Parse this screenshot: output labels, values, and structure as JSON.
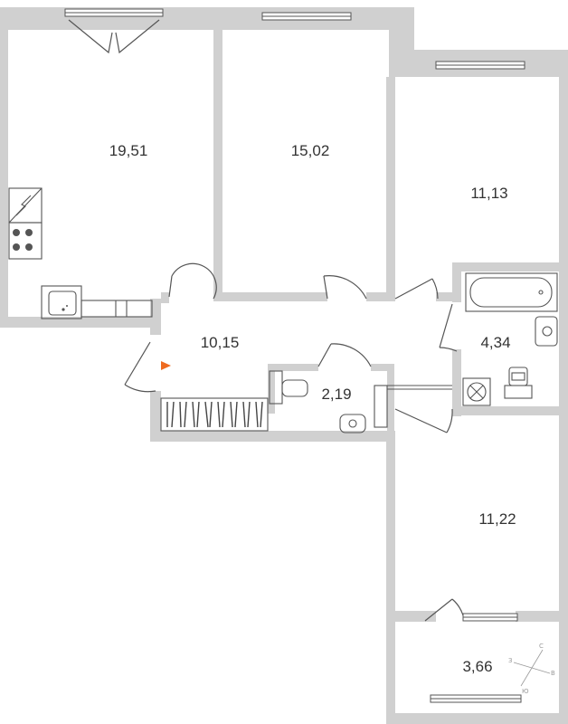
{
  "rooms": [
    {
      "id": "kitchen-living",
      "area": "19,51"
    },
    {
      "id": "bedroom-1",
      "area": "15,02"
    },
    {
      "id": "bedroom-2",
      "area": "11,13"
    },
    {
      "id": "hallway",
      "area": "10,15"
    },
    {
      "id": "bathroom",
      "area": "4,34"
    },
    {
      "id": "toilet",
      "area": "2,19"
    },
    {
      "id": "bedroom-3",
      "area": "11,22"
    },
    {
      "id": "balcony",
      "area": "3,66"
    }
  ],
  "compass": {
    "n": "С",
    "s": "Ю",
    "e": "В",
    "w": "З"
  },
  "colors": {
    "wall": "#d0d0d0",
    "fixture": "#555555",
    "entrance": "#ee6a1f"
  }
}
